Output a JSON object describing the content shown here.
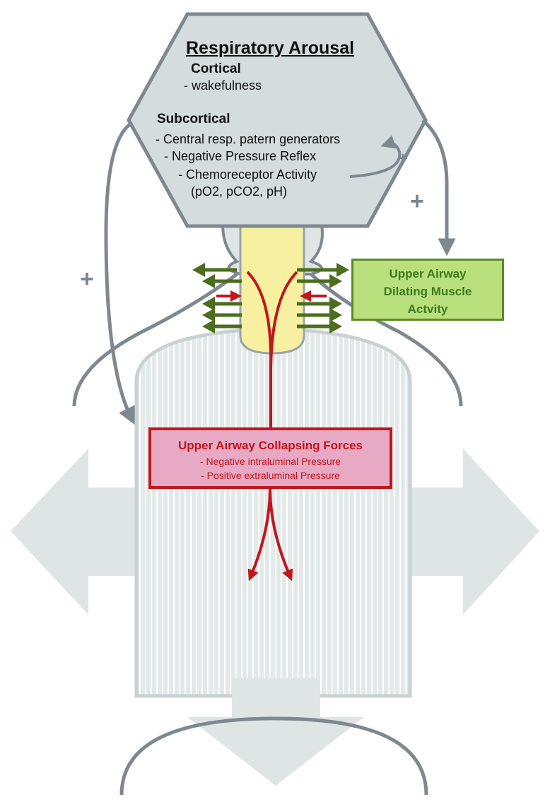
{
  "arousal": {
    "title": "Respiratory Arousal",
    "cortical_heading": "Cortical",
    "cortical_items": [
      "- wakefulness"
    ],
    "subcortical_heading": "Subcortical",
    "subcortical_items": [
      "- Central resp. patern generators",
      "- Negative Pressure Reflex",
      "- Chemoreceptor Activity",
      "(pO2, pCO2, pH)"
    ]
  },
  "plus_signs": [
    "+",
    "+",
    "+"
  ],
  "dilating_box": {
    "line1": "Upper Airway",
    "line2": "Dilating Muscle",
    "line3": "Actvity"
  },
  "collapsing_box": {
    "title": "Upper Airway Collapsing Forces",
    "items": [
      "- Negative intraluminal Pressure",
      "- Positive extraluminal Pressure"
    ]
  },
  "colors": {
    "hexagon_fill": "#d4dcdd",
    "hexagon_stroke": "#7e888f",
    "body_fill": "#e8eded",
    "body_stripe": "#ffffff",
    "airway_fill": "#f7f0a0",
    "green_arrow": "#4a6e1e",
    "red_arrow": "#c0161c",
    "dilating_fill": "#b9e07c",
    "dilating_stroke": "#5c8a2a",
    "dilating_text": "#3e7a1e",
    "collapsing_fill": "#e8a9c4",
    "collapsing_stroke": "#c0161c",
    "collapsing_text": "#c0161c",
    "big_arrow": "#dfe4e4",
    "gray_line": "#7e888f"
  }
}
